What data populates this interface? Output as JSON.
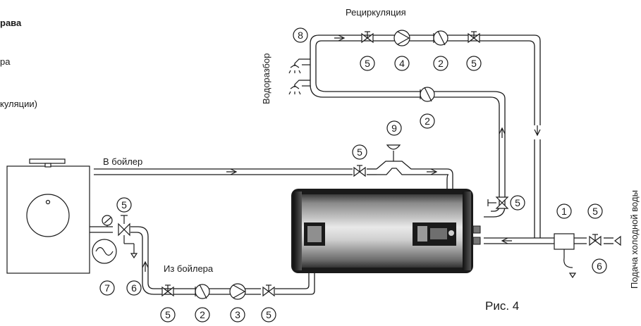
{
  "legend": {
    "header_fragment": "рава",
    "line1_fragment": "ра",
    "line2_fragment": "куляции)"
  },
  "labels": {
    "recirculation": "Рециркуляция",
    "water_draw": "Водоразбор",
    "to_boiler": "В бойлер",
    "from_boiler": "Из бойлера",
    "cold_water_supply": "Подача холодной воды",
    "figure": "Рис. 4"
  },
  "callouts": {
    "n1": "1",
    "n2": "2",
    "n3": "3",
    "n4": "4",
    "n5": "5",
    "n6": "6",
    "n7": "7",
    "n8": "8",
    "n9": "9"
  }
}
